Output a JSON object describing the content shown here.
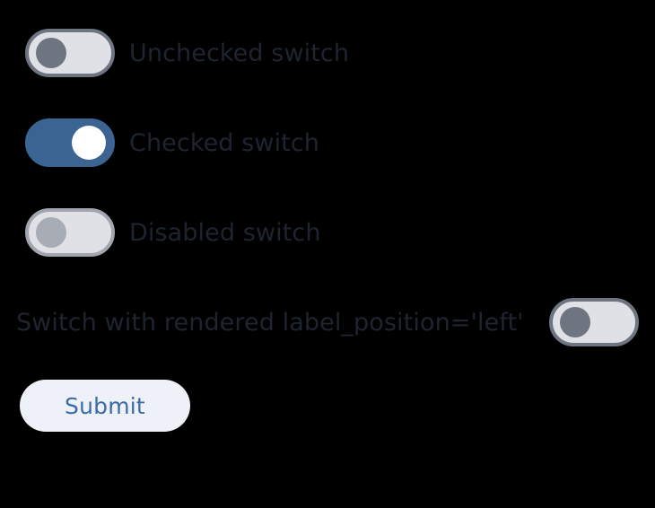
{
  "background_color": "#000000",
  "accent_color": "#3c6493",
  "label_color": "#1e2430",
  "switches": [
    {
      "name": "unchecked-switch",
      "label": "Unchecked switch",
      "checked": false,
      "disabled": false,
      "label_position": "right",
      "track_color": "#dfe1e6",
      "border_color": "#6e7480",
      "knob_color": "#6e7480"
    },
    {
      "name": "checked-switch",
      "label": "Checked switch",
      "checked": true,
      "disabled": false,
      "label_position": "right",
      "track_color": "#3c6493",
      "border_color": "#3c6493",
      "knob_color": "#ffffff"
    },
    {
      "name": "disabled-switch",
      "label": "Disabled switch",
      "checked": false,
      "disabled": true,
      "label_position": "right",
      "track_color": "#dfe1e6",
      "border_color": "#a0a5ae",
      "knob_color": "#a8acb4"
    },
    {
      "name": "left-label-switch",
      "label": "Switch with rendered label_position='left'",
      "checked": false,
      "disabled": false,
      "label_position": "left",
      "track_color": "#dfe1e6",
      "border_color": "#6e7480",
      "knob_color": "#6e7480"
    }
  ],
  "form": {
    "submit_label": "Submit",
    "submit_background": "#eff1f9",
    "submit_text_color": "#3a6ba5"
  }
}
